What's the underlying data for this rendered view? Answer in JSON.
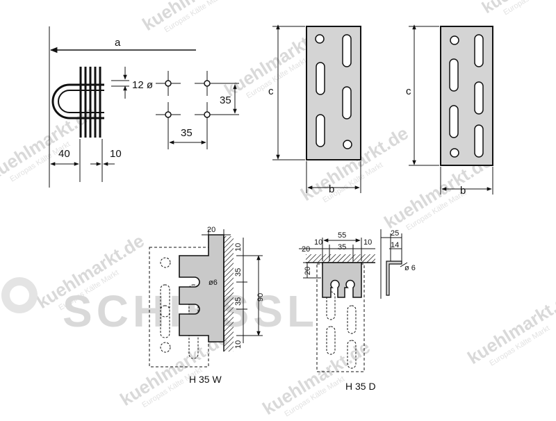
{
  "dimensions": {
    "a": "a",
    "twelve_dia": "12 ø",
    "pitch_v": "35",
    "pitch_h": "35",
    "forty": "40",
    "ten": "10",
    "c1": "c",
    "c2": "c",
    "b1": "b",
    "b2": "b"
  },
  "h35w": {
    "caption": "H 35 W",
    "top": "20",
    "d10a": "10",
    "d35a": "35",
    "d90": "90",
    "d35b": "35",
    "d10b": "10",
    "hole": "ø6"
  },
  "h35d": {
    "caption": "H 35 D",
    "d55": "55",
    "d20": "20",
    "d10a": "10",
    "d35": "35",
    "d10b": "10",
    "d20v": "20",
    "d25": "25",
    "d14": "14",
    "hole": "ø 6"
  },
  "watermark": {
    "main": "kuehlmarkt.de",
    "sub": "Europas Kälte Markt",
    "brand": "SCHIESSL"
  },
  "colors": {
    "ink": "#111111",
    "plate": "#d4d4d4",
    "watermark": "#d9d9d9"
  }
}
